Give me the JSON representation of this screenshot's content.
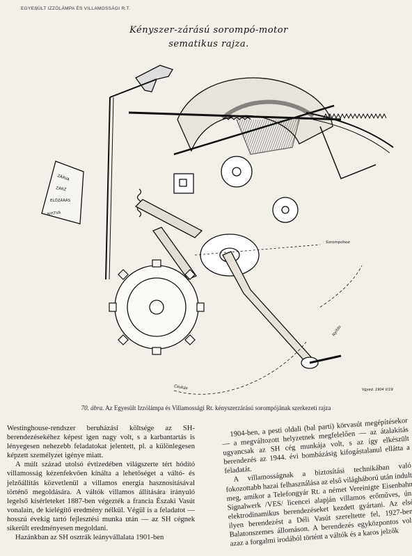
{
  "running_head": "EGYESÜLT IZZÓLÁMPA ÉS VILLAMOSSÁGI R.T.",
  "figure": {
    "title_line1": "Kényszer-zárású sorompó-motor",
    "title_line2": "sematikus rajza.",
    "labels": {
      "zarva": "ZÁRVA",
      "zarz": "ZÁRZ",
      "elozaras": "ELŐZÁRÁS",
      "nyitva": "NYITVA",
      "sorompohoz": "Sorompóhoz",
      "nyitas": "Nyitás",
      "zaras": "Csukás",
      "signature": "Vgyed. 1904 V/19"
    }
  },
  "caption": {
    "number": "70. ábra.",
    "text": "Az Egyesült Izzólámpa és Villamossági Rt. kényszerzárású sorompójának szerkezeti rajza"
  },
  "left_column": [
    "Westinghouse-rendszer beruházási költsége az SH-berendezésekéhez képest igen nagy volt, s a karbantartás is lényegesen nehezebb feladatokat jelentett, pl. a különlegesen képzett személyzet igénye miatt.",
    "A múlt század utolsó évtizedében világszerte tért hódító villamosság kézenfekvően kínálta a lehetőséget a váltó- és jelzőállítás közvetlenül a villamos energia hasznosításával történő megoldására. A váltók villamos állítására irányuló legelső kísérleteket 1887-ben végezték a francia Északi Vasút vonalain, de kielégítő eredmény nélkül. Végül is a feladatot — hosszú évekig tartó fejlesztési munka után — az SH cégnek sikerült eredményesen megoldani.",
    "Hazánkban az SH osztrák leányvállalata 1901-ben"
  ],
  "right_column": [
    "1904-ben, a pesti oldali (bal parti) körvasút megépítésekor — a megváltozott helyzetnek megfelelően — az átalakítás ugyancsak az SH cég munkája volt, s az így elkészült berendezés az 1944. évi bombázásig kifogástalanul ellátta a feladatát.",
    "A villamosságnak a biztosítási technikában való fokozottabb hazai felhasználása az első világháború után indult meg, amikor a Telefongyár Rt. a német Vereinigte Eisenbahn Signalwerk /VES/ licencei alapján villamos erőműves, ún. elektrodinamikus berendezéseket kezdett gyártani. Az első ilyen berendezést a Déli Vasút szereltette fel, 1927-ben, Balatonszemes állomáson. A berendezés egyközpontos volt, azaz a forgalmi irodából történt a váltók és a karos jelzők"
  ]
}
